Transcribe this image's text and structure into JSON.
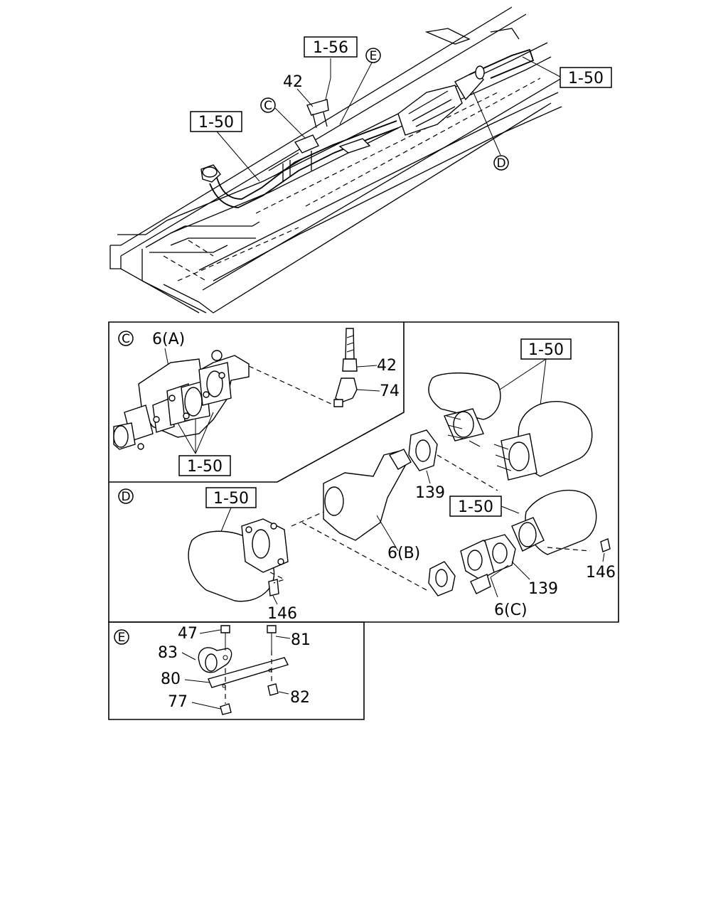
{
  "overview": {
    "refs": [
      "1-56",
      "1-50",
      "1-50"
    ],
    "part_42": "42",
    "circle_C": "C",
    "circle_E": "E",
    "circle_D": "D"
  },
  "detail_c": {
    "circle": "C",
    "part_6a": "6(A)",
    "part_42": "42",
    "part_74": "74",
    "ref": "1-50"
  },
  "detail_upper_right": {
    "ref": "1-50",
    "part_139": "139"
  },
  "detail_d": {
    "circle": "D",
    "ref_left": "1-50",
    "ref_right": "1-50",
    "part_6b": "6(B)",
    "part_6c": "6(C)",
    "part_139": "139",
    "part_146_left": "146",
    "part_146_right": "146"
  },
  "detail_e": {
    "circle": "E",
    "part_47": "47",
    "part_81": "81",
    "part_83": "83",
    "part_80": "80",
    "part_82": "82",
    "part_77": "77"
  }
}
